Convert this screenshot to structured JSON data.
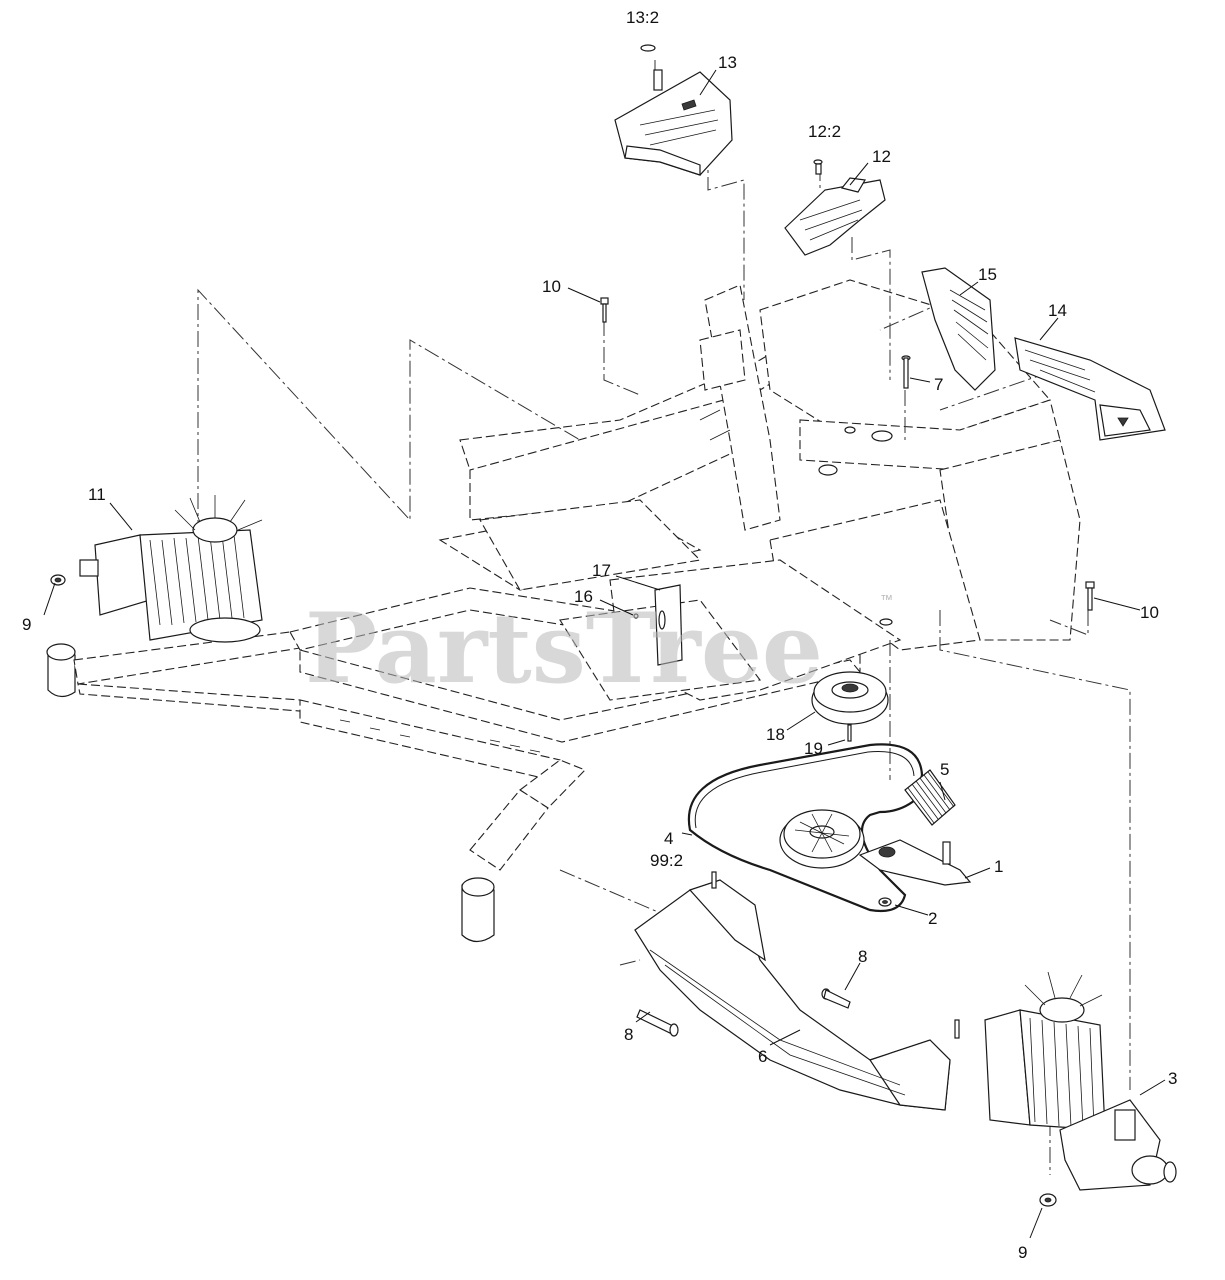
{
  "diagram": {
    "watermark": "PartsTree",
    "watermark_tm": "™",
    "callouts": [
      {
        "id": "13-2",
        "text": "13:2"
      },
      {
        "id": "13",
        "text": "13"
      },
      {
        "id": "12-2",
        "text": "12:2"
      },
      {
        "id": "12",
        "text": "12"
      },
      {
        "id": "10-top",
        "text": "10"
      },
      {
        "id": "15",
        "text": "15"
      },
      {
        "id": "14",
        "text": "14"
      },
      {
        "id": "7",
        "text": "7"
      },
      {
        "id": "11",
        "text": "11"
      },
      {
        "id": "9-left",
        "text": "9"
      },
      {
        "id": "17",
        "text": "17"
      },
      {
        "id": "16",
        "text": "16"
      },
      {
        "id": "10-right",
        "text": "10"
      },
      {
        "id": "18",
        "text": "18"
      },
      {
        "id": "19",
        "text": "19"
      },
      {
        "id": "5",
        "text": "5"
      },
      {
        "id": "4",
        "text": "4"
      },
      {
        "id": "99-2",
        "text": "99:2"
      },
      {
        "id": "1",
        "text": "1"
      },
      {
        "id": "2",
        "text": "2"
      },
      {
        "id": "8-right",
        "text": "8"
      },
      {
        "id": "8-left",
        "text": "8"
      },
      {
        "id": "6",
        "text": "6"
      },
      {
        "id": "3",
        "text": "3"
      },
      {
        "id": "9-bottom",
        "text": "9"
      }
    ]
  }
}
